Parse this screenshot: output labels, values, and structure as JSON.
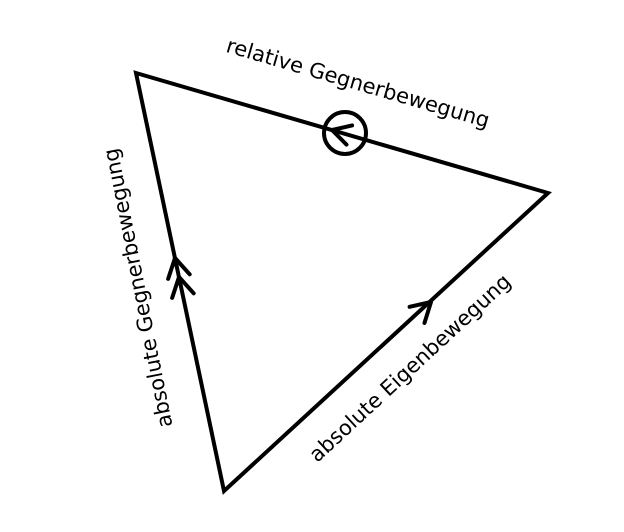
{
  "diagram": {
    "background_color": "#ffffff",
    "line_color": "#000000",
    "labels": {
      "top_edge": "relative Gegnerbewegung",
      "left_edge": "absolute Gegnerbewegung",
      "bottom_edge": "absolute Eigenbewegung"
    }
  }
}
